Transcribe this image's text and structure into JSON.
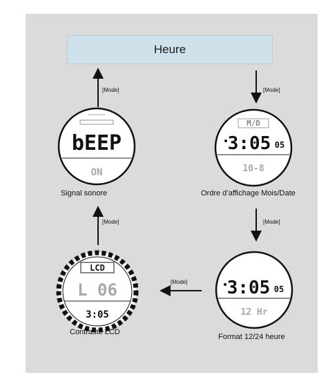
{
  "title": "Heure",
  "arrow_label": "[Mode]",
  "watches": [
    {
      "name": "watch-beep",
      "caption": "Signal sonore",
      "main": "bEEP",
      "sub": "ON"
    },
    {
      "name": "watch-md",
      "caption": "Ordre d’affichage Mois/Date",
      "top": "M/D",
      "main": "3:05",
      "sec": "05",
      "sub": "10-8"
    },
    {
      "name": "watch-format",
      "caption": "Format 12/24 heure",
      "main": "3:05",
      "sec": "05",
      "sub": "12 Hr"
    },
    {
      "name": "watch-lcd",
      "caption": "Contraste LCD",
      "top": "LCD",
      "main": "L 06",
      "sub": "3:05"
    }
  ],
  "colors": {
    "panel": "#dbdbdb",
    "title_bg": "#cfe2ec",
    "lcd_dark": "#111111",
    "lcd_light": "#a8a8a8"
  }
}
